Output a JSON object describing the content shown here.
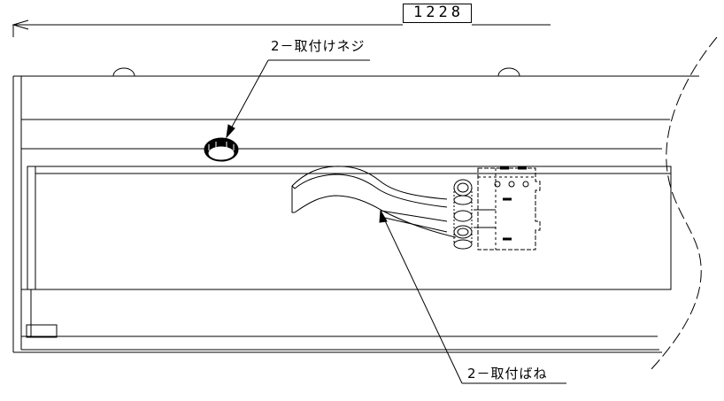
{
  "dimension": {
    "value": "1228"
  },
  "callouts": {
    "screw": "2－取付けネジ",
    "spring": "2－取付ばね"
  },
  "colors": {
    "line": "#000000",
    "background": "#ffffff"
  }
}
